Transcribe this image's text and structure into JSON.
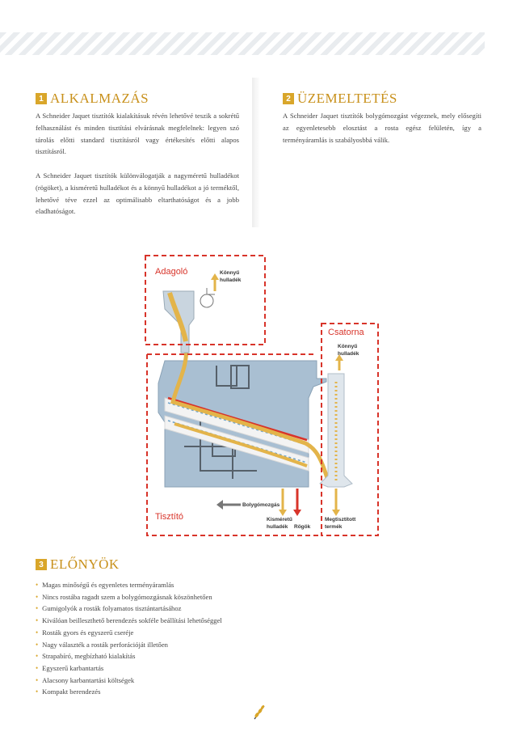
{
  "sections": {
    "alkalmazas": {
      "number": "1",
      "title": "ALKALMAZÁS",
      "paragraphs": [
        "A Schneider Jaquet tisztítók kialakításuk révén lehetővé teszik a sokrétű felhasználást és minden tisztítási elvárásnak megfelelnek: legyen szó tárolás előtti standard tisztításról vagy értékesítés előtti alapos tisztításról.",
        "A Schneider Jaquet tisztítók különválogatják a nagyméretű hulladékot (rögöket), a kisméretű hulladékot és a könnyű hulladékot a jó terméktől, lehetővé téve ezzel az optimálisabb eltarthatóságot és a jobb eladhatóságot."
      ]
    },
    "uzemeltetes": {
      "number": "2",
      "title": "ÜZEMELTETÉS",
      "paragraphs": [
        "A Schneider Jaquet tisztítók bolygómozgást végeznek, mely elősegíti az egyenletesebb elosztást a rosta egész felületén, így a terményáramlás is szabályosbbá válik."
      ]
    },
    "elonyok": {
      "number": "3",
      "title": "ELŐNYÖK",
      "items": [
        "Magas minőségű és egyenletes terményáramlás",
        "Nincs rostába ragadt szem a bolygómozgásnak köszönhetően",
        "Gumigolyók a rosták folyamatos tisztántartásához",
        "Kiválóan beilleszthető berendezés sokféle beállítási lehetőséggel",
        "Rosták gyors és egyszerű cseréje",
        "Nagy választék a rosták perforációját illetően",
        "Strapabíró, megbízható kialakítás",
        "Egyszerű karbantartás",
        "Alacsony karbantartási költségek",
        "Kompakt berendezés"
      ]
    }
  },
  "diagram": {
    "labels": {
      "adagolo": "Adagoló",
      "konnyu_hulladek_1": [
        "Könnyű",
        "hulladék"
      ],
      "csatorna": "Csatorna",
      "konnyu_hulladek_2": [
        "Könnyű",
        "hulladék"
      ],
      "tisztito": "Tisztító",
      "bolygomozgas": "Bolygómozgás",
      "kismeretu_hulladek": [
        "Kisméretű",
        "hulladék"
      ],
      "rogok": "Rögök",
      "megtisztitott_termek": [
        "Megtisztított",
        "termék"
      ]
    },
    "colors": {
      "frame": "#d8342a",
      "machine": "#a9bfd2",
      "machine_dark": "#56606a",
      "grain": "#e3b44a",
      "label_red": "#d8342a"
    }
  },
  "colors": {
    "accent": "#d9a62a",
    "title": "#c8901a"
  }
}
